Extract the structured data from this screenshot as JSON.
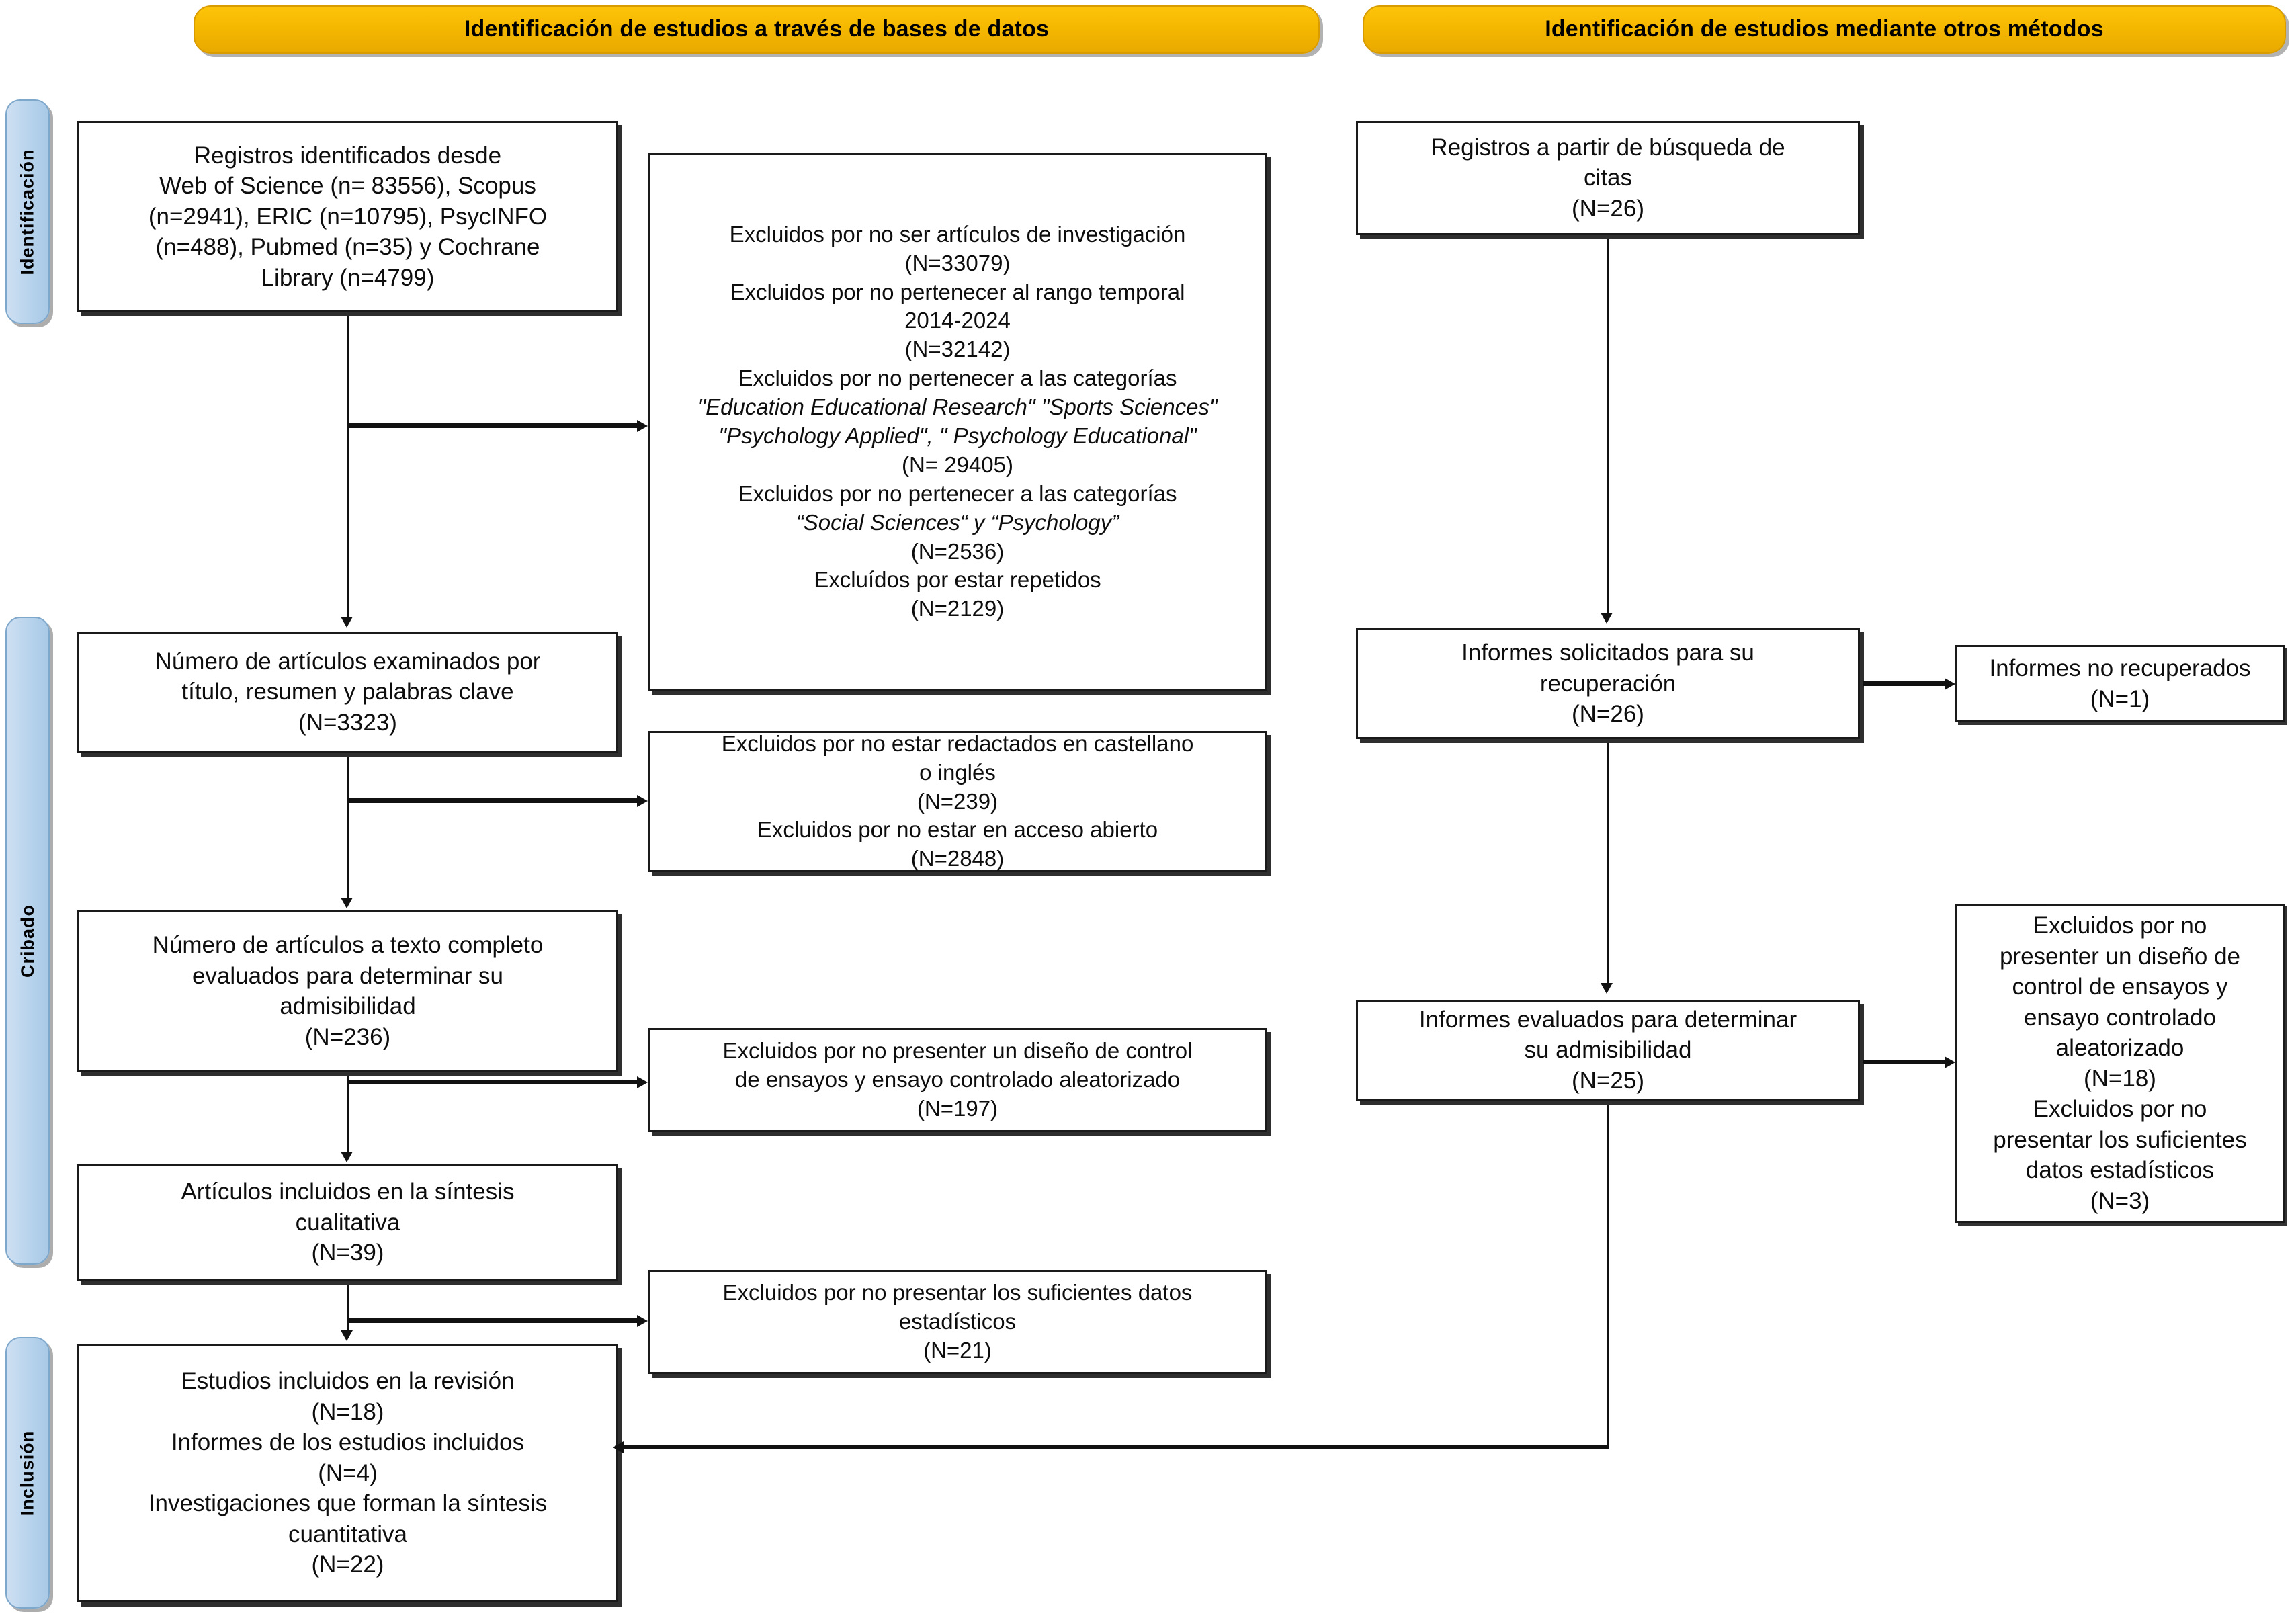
{
  "diagram": {
    "title": "PRISMA flow diagram",
    "type": "prisma-flow",
    "language": "es",
    "colors": {
      "header_yellow": "#F5B800",
      "phase_blue": "#B7D3EC",
      "box_border": "#1A1A1A",
      "box_fill": "#FFFFFF"
    }
  },
  "headers": {
    "databases": "Identificación de estudios a través de bases de datos",
    "other_methods": "Identificación de estudios mediante otros métodos"
  },
  "phases": {
    "identification": "Identificación",
    "screening": "Cribado",
    "inclusion": "Inclusión"
  },
  "left_column": {
    "records_identified": "Registros identificados desde\nWeb of Science (n= 83556), Scopus\n(n=2941), ERIC (n=10795), PsycINFO\n(n=488), Pubmed (n=35) y Cochrane\nLibrary (n=4799)",
    "records_screened": "Número de artículos examinados por\ntítulo, resumen y palabras clave\n(N=3323)",
    "fulltext_assessed": "Número de artículos a texto completo\nevaluados para determinar su\nadmisibilidad\n(N=236)",
    "qualitative_synthesis": "Artículos incluidos en la síntesis\ncualitativa\n(N=39)",
    "included_final": "Estudios incluidos en la revisión\n(N=18)\nInformes de los estudios incluidos\n(N=4)\nInvestigaciones que forman la síntesis\ncuantitativa\n(N=22)"
  },
  "left_exclusions": {
    "identification_excluded": {
      "line1": "Excluidos por no ser artículos de investigación",
      "line2": "(N=33079)",
      "line3": "Excluidos por no pertenecer al rango temporal",
      "line4": "2014-2024",
      "line5": "(N=32142)",
      "line6": "Excluidos por no pertenecer a las categorías",
      "line7_italic": "\"Education Educational Research\" \"Sports Sciences\" \"Psychology Applied\", \" Psychology Educational\"",
      "line8": "(N= 29405)",
      "line9": "Excluidos por no pertenecer a las categorías",
      "line10_italic": "“Social Sciences“ y “Psychology”",
      "line11": "(N=2536)",
      "line12": "Excluídos por estar repetidos",
      "line13": "(N=2129)"
    },
    "screening_excluded_1": "Excluidos por no estar redactados en castellano\no inglés\n(N=239)\nExcluidos por no estar en acceso abierto\n(N=2848)",
    "screening_excluded_2": "Excluidos por no presenter un diseño de control\nde ensayos y ensayo controlado aleatorizado\n(N=197)",
    "screening_excluded_3": "Excluidos por no presentar los suficientes datos\nestadísticos\n(N=21)"
  },
  "right_column": {
    "records_citations": "Registros a partir de búsqueda de\ncitas\n(N=26)",
    "reports_sought": "Informes solicitados para su\nrecuperación\n(N=26)",
    "reports_not_retrieved": "Informes no recuperados\n(N=1)",
    "reports_assessed": "Informes evaluados para determinar\nsu admisibilidad\n(N=25)",
    "reports_excluded": "Excluidos por no\npresenter un diseño de\ncontrol de ensayos y\nensayo controlado\naleatorizado\n(N=18)\nExcluidos por no\npresentar los suficientes\ndatos estadísticos\n(N=3)"
  }
}
